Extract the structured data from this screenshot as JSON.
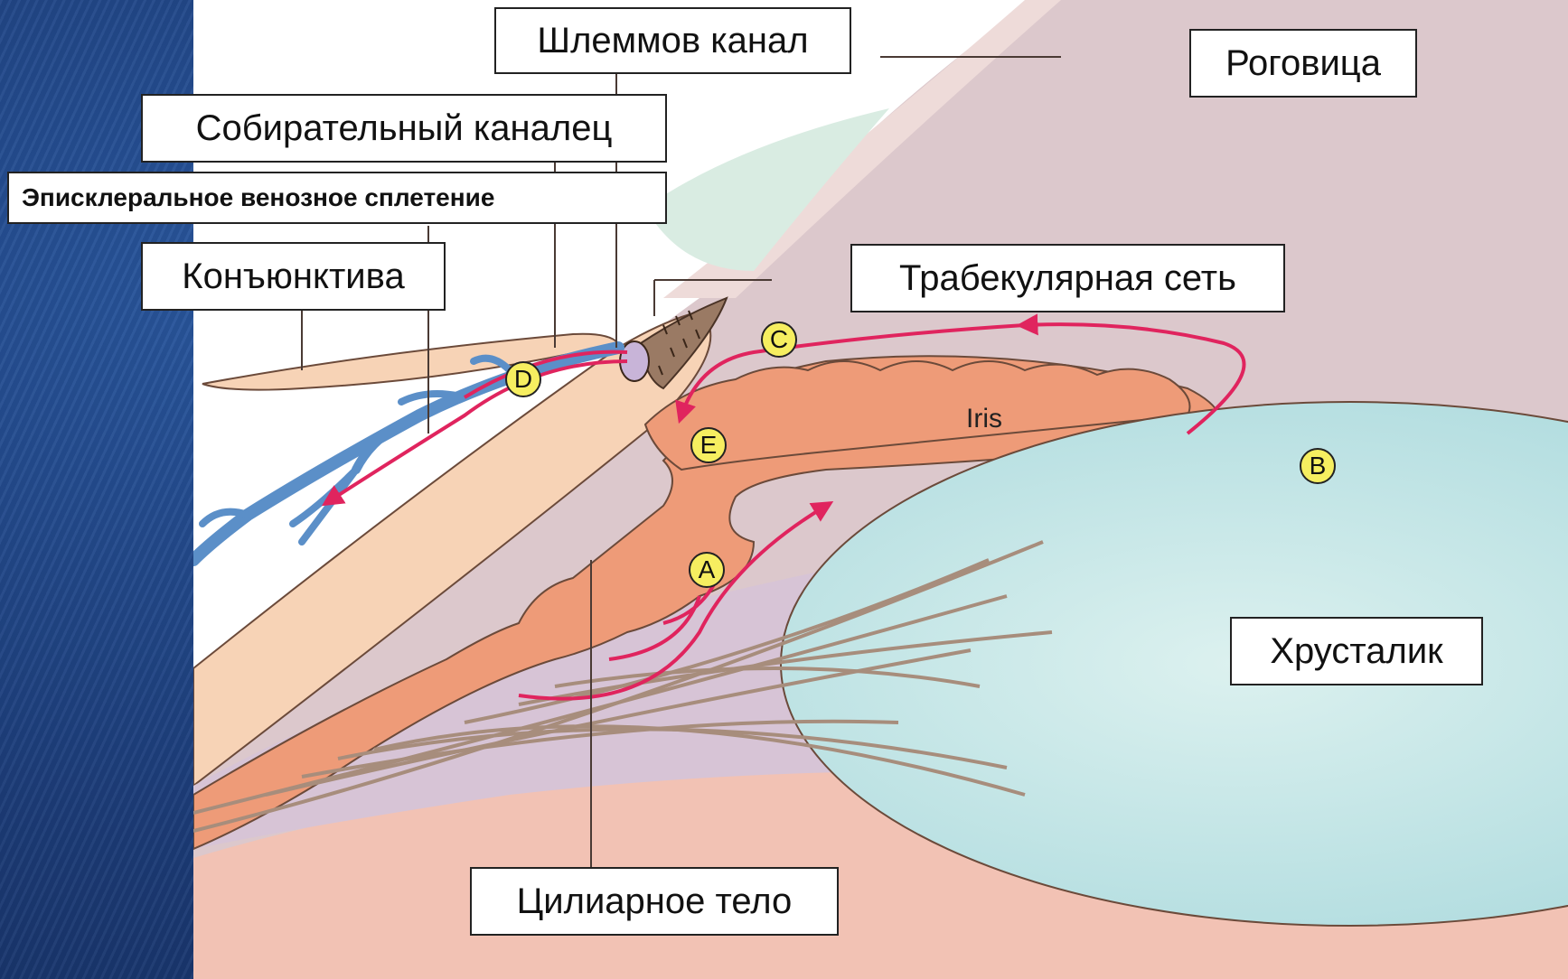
{
  "labels": {
    "schlemm_canal": "Шлеммов канал",
    "cornea": "Роговица",
    "collector_channel": "Собирательный каналец",
    "episcleral_plexus": "Эписклеральное венозное сплетение",
    "conjunctiva": "Конъюнктива",
    "trabecular_meshwork": "Трабекулярная сеть",
    "iris": "Iris",
    "lens": "Хрусталик",
    "ciliary_body": "Цилиарное тело"
  },
  "markers": {
    "a": "A",
    "b": "B",
    "c": "C",
    "d": "D",
    "e": "E"
  },
  "colors": {
    "background": "#1d3f7c",
    "cornea": "#dcc8cc",
    "sclera": "#f7d3b6",
    "ciliary_body": "#ee9b78",
    "lens": "#bfe3e5",
    "vessels": "#5b8fc8",
    "flow_arrow": "#e0245e",
    "marker_fill": "#f6ee60"
  }
}
